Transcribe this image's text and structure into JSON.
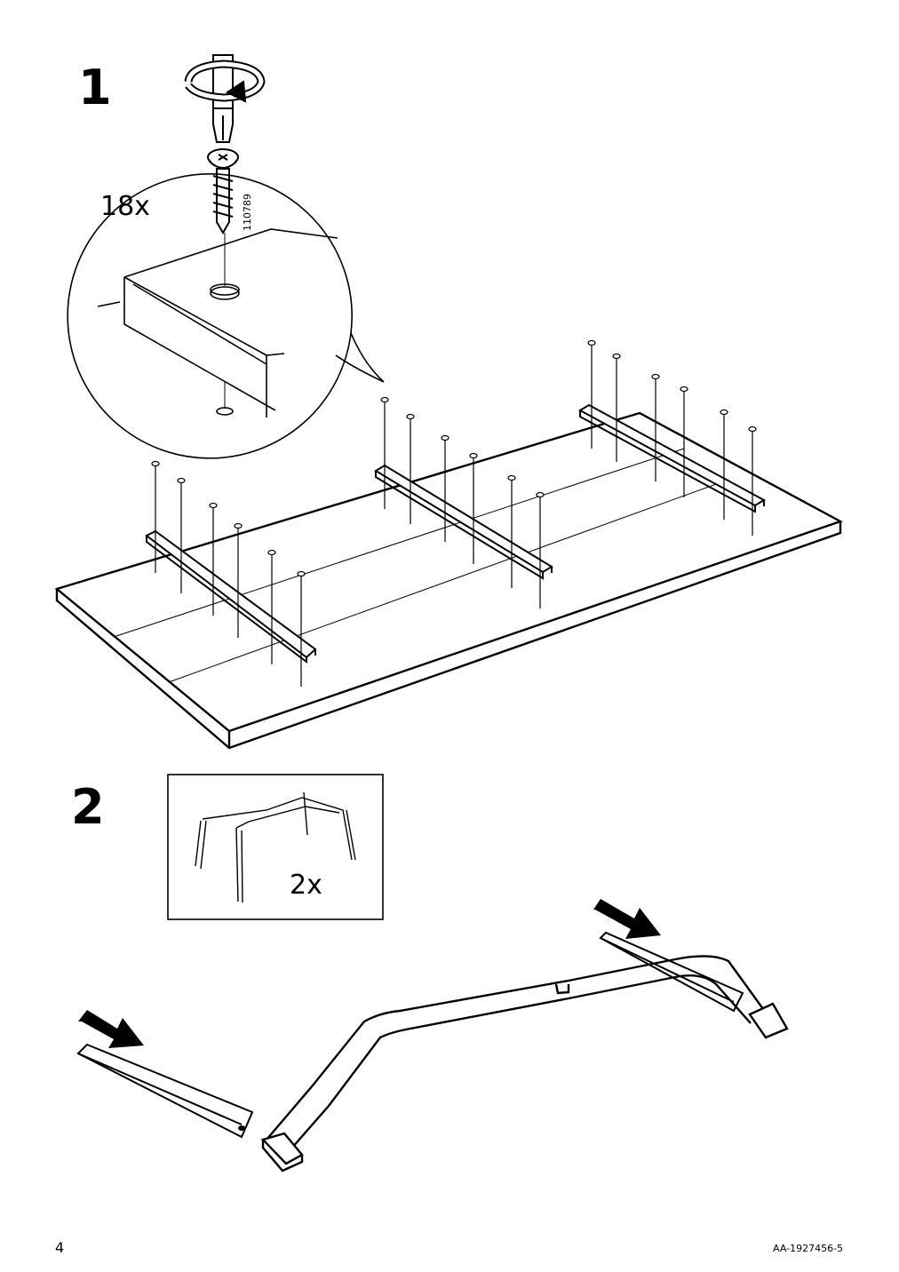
{
  "step1": {
    "number": "1",
    "quantity": "18x",
    "part_number": "110789"
  },
  "step2": {
    "number": "2",
    "quantity": "2x"
  },
  "footer": {
    "page_number": "4",
    "document_code": "AA-1927456-5"
  },
  "icons": {
    "screwdriver": "screwdriver-rotate-icon",
    "screw": "screw-icon",
    "arrow": "push-arrow-icon"
  }
}
